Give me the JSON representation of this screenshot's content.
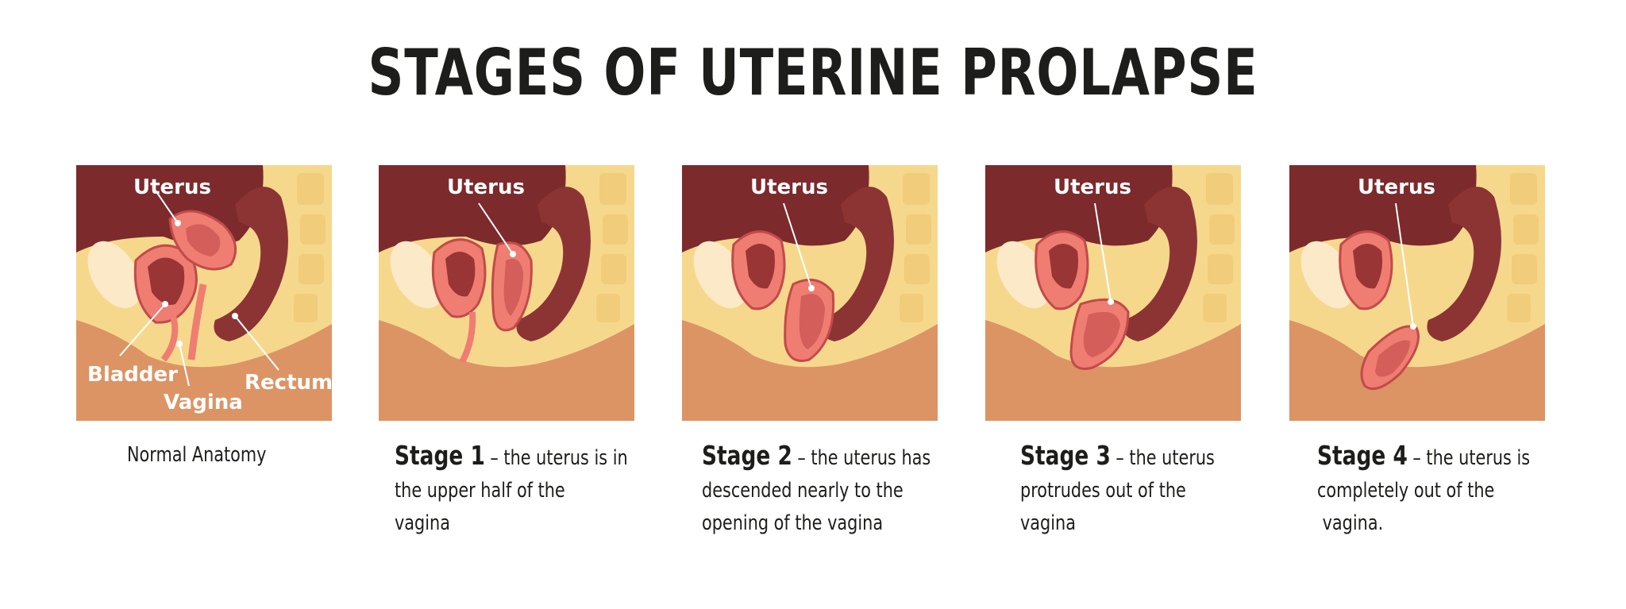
{
  "title": "STAGES OF UTERINE PROLAPSE",
  "labels": {
    "uterus": "Uterus",
    "bladder": "Bladder",
    "vagina": "Vagina",
    "rectum": "Rectum"
  },
  "panels": [
    {
      "id": "normal",
      "caption_lines": [
        "Normal Anatomy"
      ]
    },
    {
      "id": "stage1",
      "stage": "Stage 1",
      "caption_lines": [
        " – the uterus is in",
        "the upper half of the",
        "vagina"
      ]
    },
    {
      "id": "stage2",
      "stage": "Stage 2",
      "caption_lines": [
        " – the uterus has",
        "descended nearly to the",
        "opening of the vagina"
      ]
    },
    {
      "id": "stage3",
      "stage": "Stage 3",
      "caption_lines": [
        " – the uterus",
        "protrudes out of the",
        "vagina"
      ]
    },
    {
      "id": "stage4",
      "stage": "Stage 4",
      "caption_lines": [
        " – the uterus is",
        "completely out of the",
        " vagina."
      ]
    }
  ],
  "colors": {
    "skin": "#dc9465",
    "fat": "#f6d88d",
    "abdomen": "#7d2a2c",
    "organ": "#ef7d72",
    "organ_edge": "#c24a4a",
    "bladder_fill": "#fbe9c8",
    "rectum": "#8c3434",
    "spine": "#f1cc7a"
  }
}
